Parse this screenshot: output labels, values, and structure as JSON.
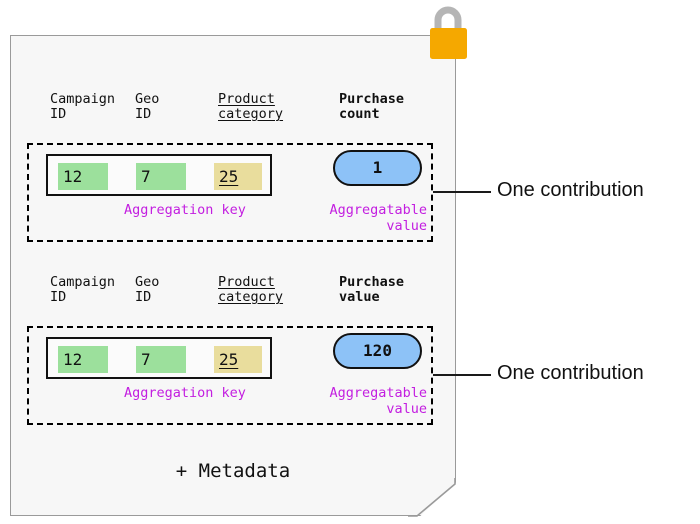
{
  "card": {
    "background_color": "#f7f7f7",
    "border_color": "#9a9a9a",
    "lock_icon": "lock-icon",
    "lock_body_color": "#f5a800",
    "lock_shackle_color": "#b5b5b5",
    "metadata_label": "+ Metadata"
  },
  "colors": {
    "key_highlight_green": "#9ce09c",
    "key_highlight_yellow": "#e9dd9d",
    "aggregatable_blue": "#8dc2f7",
    "caption_purple": "#c31fe0",
    "outline_black": "#111111"
  },
  "contributions": [
    {
      "headers": {
        "campaign_id": "Campaign\nID",
        "geo_id": "Geo\nID",
        "product_category": "Product\ncategory",
        "metric": "Purchase\ncount"
      },
      "aggregation_key": {
        "campaign_id_value": "12",
        "geo_id_value": "7",
        "product_category_value": "25"
      },
      "aggregatable_value": "1",
      "caption_key": "Aggregation key",
      "caption_value": "Aggregatable\nvalue",
      "callout": "One contribution"
    },
    {
      "headers": {
        "campaign_id": "Campaign\nID",
        "geo_id": "Geo\nID",
        "product_category": "Product\ncategory",
        "metric": "Purchase\nvalue"
      },
      "aggregation_key": {
        "campaign_id_value": "12",
        "geo_id_value": "7",
        "product_category_value": "25"
      },
      "aggregatable_value": "120",
      "caption_key": "Aggregation key",
      "caption_value": "Aggregatable\nvalue",
      "callout": "One contribution"
    }
  ]
}
